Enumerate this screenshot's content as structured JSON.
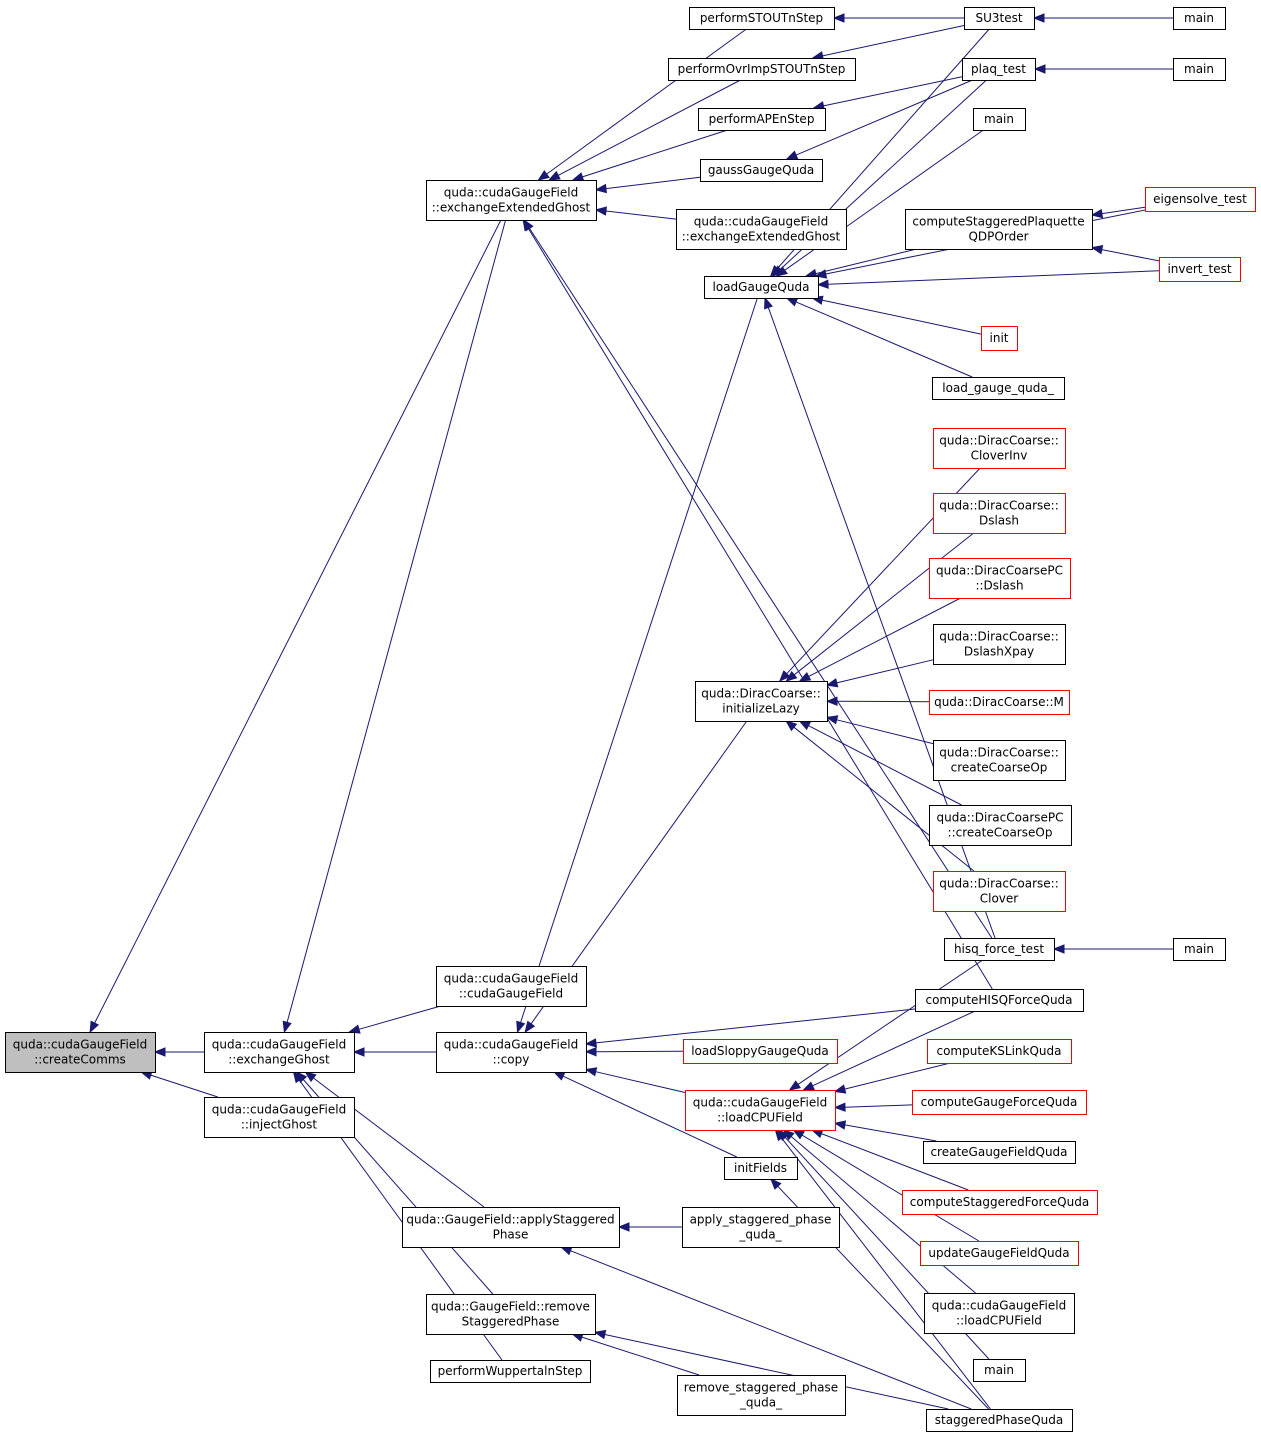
{
  "colors": {
    "edge": "#191970",
    "node_border": "#000000",
    "node_border_truncated": "#ff0000",
    "focus_fill": "#bfbfbf",
    "node_fill": "#ffffff"
  },
  "nodes": [
    {
      "id": "createComms",
      "lines": [
        "quda::cudaGaugeField",
        "::createComms"
      ],
      "style": "focus"
    },
    {
      "id": "exchangeGhost",
      "lines": [
        "quda::cudaGaugeField",
        "::exchangeGhost"
      ],
      "style": "normal"
    },
    {
      "id": "injectGhost",
      "lines": [
        "quda::cudaGaugeField",
        "::injectGhost"
      ],
      "style": "normal"
    },
    {
      "id": "exchExtGhost",
      "lines": [
        "quda::cudaGaugeField",
        "::exchangeExtendedGhost"
      ],
      "style": "normal"
    },
    {
      "id": "exchExtGhost2",
      "lines": [
        "quda::cudaGaugeField",
        "::exchangeExtendedGhost"
      ],
      "style": "normal"
    },
    {
      "id": "performSTOUT",
      "lines": [
        "performSTOUTnStep"
      ],
      "style": "normal"
    },
    {
      "id": "performOvrImp",
      "lines": [
        "performOvrImpSTOUTnStep"
      ],
      "style": "normal"
    },
    {
      "id": "performAPE",
      "lines": [
        "performAPEnStep"
      ],
      "style": "normal"
    },
    {
      "id": "gaussGauge",
      "lines": [
        "gaussGaugeQuda"
      ],
      "style": "normal"
    },
    {
      "id": "loadGauge",
      "lines": [
        "loadGaugeQuda"
      ],
      "style": "normal"
    },
    {
      "id": "SU3test",
      "lines": [
        "SU3test"
      ],
      "style": "normal"
    },
    {
      "id": "main1",
      "lines": [
        "main"
      ],
      "style": "normal"
    },
    {
      "id": "plaqTest",
      "lines": [
        "plaq_test"
      ],
      "style": "normal"
    },
    {
      "id": "main2",
      "lines": [
        "main"
      ],
      "style": "normal"
    },
    {
      "id": "main3",
      "lines": [
        "main"
      ],
      "style": "normal"
    },
    {
      "id": "eigensolve",
      "lines": [
        "eigensolve_test"
      ],
      "style": "truncated"
    },
    {
      "id": "computeStagPlaq",
      "lines": [
        "computeStaggeredPlaquette",
        "QDPOrder"
      ],
      "style": "normal"
    },
    {
      "id": "invertTest",
      "lines": [
        "invert_test"
      ],
      "style": "truncated"
    },
    {
      "id": "init",
      "lines": [
        "init"
      ],
      "style": "truncated"
    },
    {
      "id": "loadGaugeQuda_",
      "lines": [
        "load_gauge_quda_"
      ],
      "style": "normal"
    },
    {
      "id": "cloverInv",
      "lines": [
        "quda::DiracCoarse::",
        "CloverInv"
      ],
      "style": "truncated"
    },
    {
      "id": "dslash",
      "lines": [
        "quda::DiracCoarse::",
        "Dslash"
      ],
      "style": "truncated"
    },
    {
      "id": "pcDslash",
      "lines": [
        "quda::DiracCoarsePC",
        "::Dslash"
      ],
      "style": "truncated"
    },
    {
      "id": "dslashXpay",
      "lines": [
        "quda::DiracCoarse::",
        "DslashXpay"
      ],
      "style": "normal"
    },
    {
      "id": "coarseM",
      "lines": [
        "quda::DiracCoarse::M"
      ],
      "style": "truncated"
    },
    {
      "id": "createCoarseOp",
      "lines": [
        "quda::DiracCoarse::",
        "createCoarseOp"
      ],
      "style": "normal"
    },
    {
      "id": "pcCreateCoarseOp",
      "lines": [
        "quda::DiracCoarsePC",
        "::createCoarseOp"
      ],
      "style": "normal"
    },
    {
      "id": "coarseClover",
      "lines": [
        "quda::DiracCoarse::",
        "Clover"
      ],
      "style": "truncated"
    },
    {
      "id": "initializeLazy",
      "lines": [
        "quda::DiracCoarse::",
        "initializeLazy"
      ],
      "style": "normal"
    },
    {
      "id": "hisqForceTest",
      "lines": [
        "hisq_force_test"
      ],
      "style": "normal"
    },
    {
      "id": "main4",
      "lines": [
        "main"
      ],
      "style": "normal"
    },
    {
      "id": "computeHISQ",
      "lines": [
        "computeHISQForceQuda"
      ],
      "style": "normal"
    },
    {
      "id": "cudaGaugeFieldCtor",
      "lines": [
        "quda::cudaGaugeField",
        "::cudaGaugeField"
      ],
      "style": "normal"
    },
    {
      "id": "copy",
      "lines": [
        "quda::cudaGaugeField",
        "::copy"
      ],
      "style": "normal"
    },
    {
      "id": "loadSloppy",
      "lines": [
        "loadSloppyGaugeQuda"
      ],
      "style": "truncated"
    },
    {
      "id": "loadCPUField",
      "lines": [
        "quda::cudaGaugeField",
        "::loadCPUField"
      ],
      "style": "truncated"
    },
    {
      "id": "initFields",
      "lines": [
        "initFields"
      ],
      "style": "normal"
    },
    {
      "id": "computeKSLink",
      "lines": [
        "computeKSLinkQuda"
      ],
      "style": "truncated"
    },
    {
      "id": "computeGaugeForce",
      "lines": [
        "computeGaugeForceQuda"
      ],
      "style": "truncated"
    },
    {
      "id": "createGaugeField",
      "lines": [
        "createGaugeFieldQuda"
      ],
      "style": "normal"
    },
    {
      "id": "computeStagForce",
      "lines": [
        "computeStaggeredForceQuda"
      ],
      "style": "truncated"
    },
    {
      "id": "updateGaugeField",
      "lines": [
        "updateGaugeFieldQuda"
      ],
      "style": "truncated"
    },
    {
      "id": "loadCPUField2",
      "lines": [
        "quda::cudaGaugeField",
        "::loadCPUField"
      ],
      "style": "normal"
    },
    {
      "id": "main5",
      "lines": [
        "main"
      ],
      "style": "normal"
    },
    {
      "id": "applyStag",
      "lines": [
        "quda::GaugeField::applyStaggered",
        "Phase"
      ],
      "style": "normal"
    },
    {
      "id": "applyStagQuda_",
      "lines": [
        "apply_staggered_phase",
        "_quda_"
      ],
      "style": "normal"
    },
    {
      "id": "removeStag",
      "lines": [
        "quda::GaugeField::remove",
        "StaggeredPhase"
      ],
      "style": "normal"
    },
    {
      "id": "performWuppertal",
      "lines": [
        "performWuppertalnStep"
      ],
      "style": "normal"
    },
    {
      "id": "removeStagQuda_",
      "lines": [
        "remove_staggered_phase",
        "_quda_"
      ],
      "style": "normal"
    },
    {
      "id": "stagPhaseQuda",
      "lines": [
        "staggeredPhaseQuda"
      ],
      "style": "normal"
    }
  ],
  "edges": [
    {
      "from": "createComms",
      "to": "exchangeGhost"
    },
    {
      "from": "createComms",
      "to": "injectGhost"
    },
    {
      "from": "createComms",
      "to": "exchExtGhost"
    },
    {
      "from": "exchangeGhost",
      "to": "exchExtGhost"
    },
    {
      "from": "exchangeGhost",
      "to": "cudaGaugeFieldCtor"
    },
    {
      "from": "exchangeGhost",
      "to": "copy"
    },
    {
      "from": "exchangeGhost",
      "to": "applyStag"
    },
    {
      "from": "exchangeGhost",
      "to": "removeStag"
    },
    {
      "from": "exchangeGhost",
      "to": "performWuppertal"
    },
    {
      "from": "exchExtGhost",
      "to": "performSTOUT"
    },
    {
      "from": "exchExtGhost",
      "to": "performOvrImp"
    },
    {
      "from": "exchExtGhost",
      "to": "performAPE"
    },
    {
      "from": "exchExtGhost",
      "to": "gaussGauge"
    },
    {
      "from": "exchExtGhost",
      "to": "exchExtGhost2"
    },
    {
      "from": "exchExtGhost",
      "to": "hisqForceTest"
    },
    {
      "from": "exchExtGhost",
      "to": "computeHISQ"
    },
    {
      "from": "performSTOUT",
      "to": "SU3test"
    },
    {
      "from": "performOvrImp",
      "to": "SU3test"
    },
    {
      "from": "performAPE",
      "to": "plaqTest"
    },
    {
      "from": "gaussGauge",
      "to": "plaqTest"
    },
    {
      "from": "SU3test",
      "to": "main1"
    },
    {
      "from": "plaqTest",
      "to": "main2"
    },
    {
      "from": "loadGauge",
      "to": "SU3test"
    },
    {
      "from": "loadGauge",
      "to": "plaqTest"
    },
    {
      "from": "loadGauge",
      "to": "main3"
    },
    {
      "from": "loadGauge",
      "to": "eigensolve"
    },
    {
      "from": "loadGauge",
      "to": "computeStagPlaq"
    },
    {
      "from": "loadGauge",
      "to": "invertTest"
    },
    {
      "from": "loadGauge",
      "to": "init"
    },
    {
      "from": "loadGauge",
      "to": "loadGaugeQuda_"
    },
    {
      "from": "loadGauge",
      "to": "hisqForceTest"
    },
    {
      "from": "computeStagPlaq",
      "to": "eigensolve"
    },
    {
      "from": "computeStagPlaq",
      "to": "invertTest"
    },
    {
      "from": "copy",
      "to": "loadGauge"
    },
    {
      "from": "copy",
      "to": "initializeLazy"
    },
    {
      "from": "copy",
      "to": "computeHISQ"
    },
    {
      "from": "copy",
      "to": "loadSloppy"
    },
    {
      "from": "copy",
      "to": "loadCPUField"
    },
    {
      "from": "copy",
      "to": "initFields"
    },
    {
      "from": "initializeLazy",
      "to": "cloverInv"
    },
    {
      "from": "initializeLazy",
      "to": "dslash"
    },
    {
      "from": "initializeLazy",
      "to": "pcDslash"
    },
    {
      "from": "initializeLazy",
      "to": "dslashXpay"
    },
    {
      "from": "initializeLazy",
      "to": "coarseM"
    },
    {
      "from": "initializeLazy",
      "to": "createCoarseOp"
    },
    {
      "from": "initializeLazy",
      "to": "pcCreateCoarseOp"
    },
    {
      "from": "initializeLazy",
      "to": "coarseClover"
    },
    {
      "from": "hisqForceTest",
      "to": "main4"
    },
    {
      "from": "loadCPUField",
      "to": "hisqForceTest"
    },
    {
      "from": "loadCPUField",
      "to": "computeHISQ"
    },
    {
      "from": "loadCPUField",
      "to": "computeKSLink"
    },
    {
      "from": "loadCPUField",
      "to": "computeGaugeForce"
    },
    {
      "from": "loadCPUField",
      "to": "createGaugeField"
    },
    {
      "from": "loadCPUField",
      "to": "computeStagForce"
    },
    {
      "from": "loadCPUField",
      "to": "updateGaugeField"
    },
    {
      "from": "loadCPUField",
      "to": "loadCPUField2"
    },
    {
      "from": "loadCPUField",
      "to": "main5"
    },
    {
      "from": "loadCPUField",
      "to": "stagPhaseQuda"
    },
    {
      "from": "initFields",
      "to": "stagPhaseQuda"
    },
    {
      "from": "applyStag",
      "to": "applyStagQuda_"
    },
    {
      "from": "applyStag",
      "to": "stagPhaseQuda"
    },
    {
      "from": "removeStag",
      "to": "removeStagQuda_"
    },
    {
      "from": "removeStag",
      "to": "stagPhaseQuda"
    }
  ]
}
